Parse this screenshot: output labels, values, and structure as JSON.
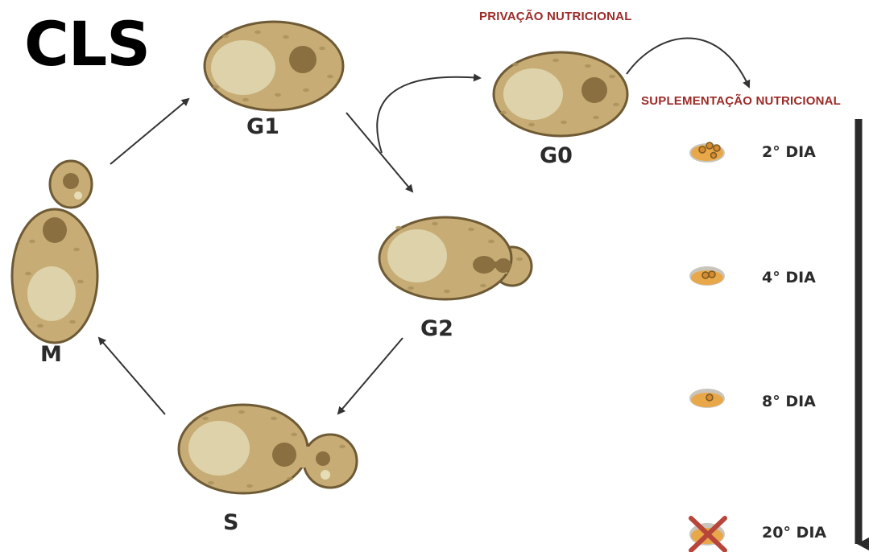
{
  "title": "CLS",
  "phases": {
    "g1": "G1",
    "g2": "G2",
    "s": "S",
    "m": "M",
    "g0": "G0"
  },
  "annotations": {
    "privation": "PRIVAÇÃO NUTRICIONAL",
    "supplementation": "SUPLEMENTAÇÃO  NUTRICIONAL"
  },
  "days": [
    "2° DIA",
    "4° DIA",
    "8° DIA",
    "20° DIA"
  ],
  "colors": {
    "cell_fill": "#c7ad75",
    "cell_outline": "#6e5a35",
    "vacuole": "#ddd2aa",
    "nucleus": "#8a7040",
    "dish_fill": "#e8a84a",
    "dish_rim": "#c9c5bd",
    "cross": "#b8453a",
    "arrow": "#333333",
    "label_red": "#9b2b28"
  },
  "icons": [
    "arrow",
    "petri-dish",
    "x-mark-icon"
  ]
}
